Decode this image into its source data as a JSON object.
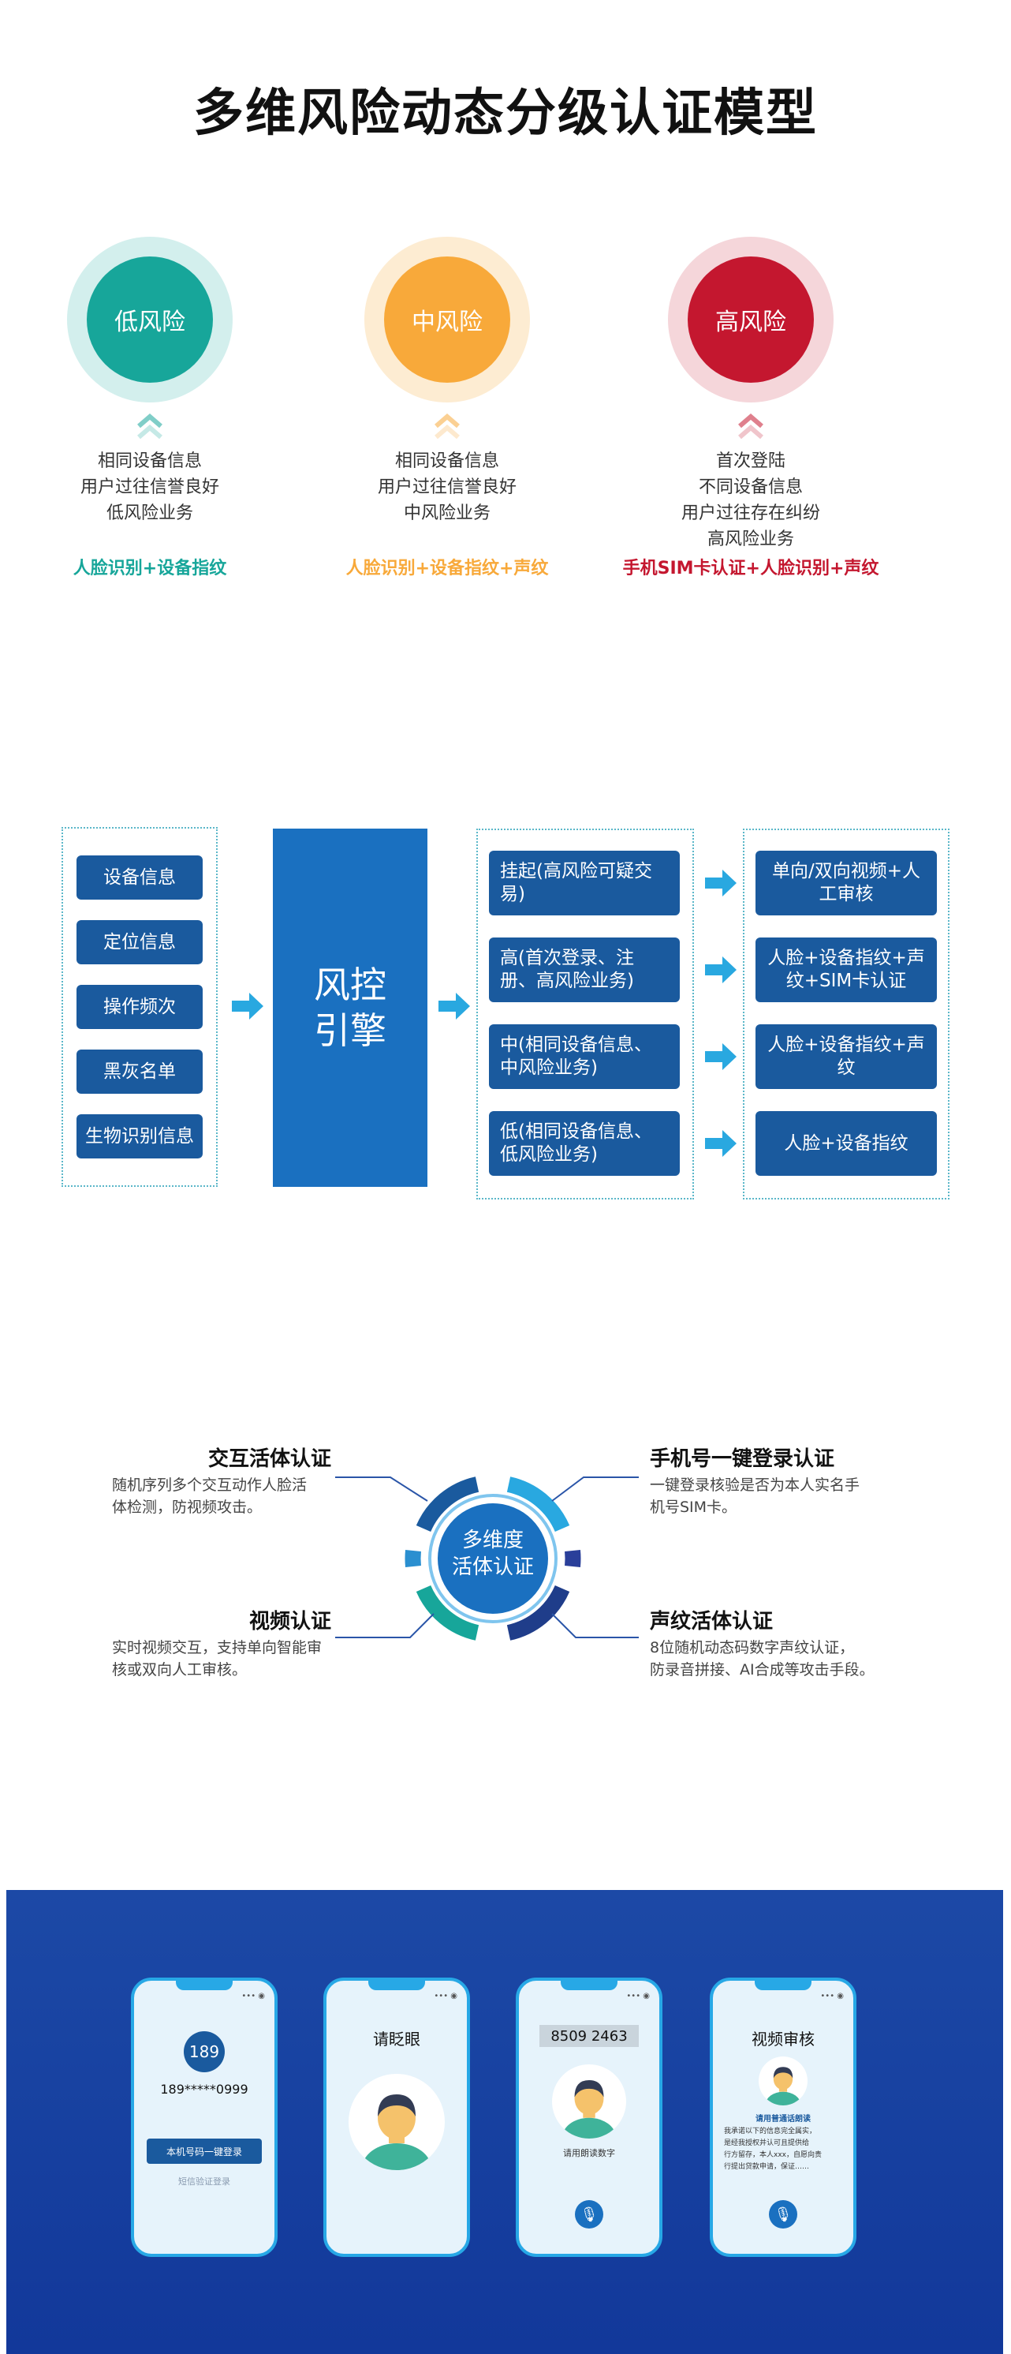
{
  "title": "多维风险动态分级认证模型",
  "levels": [
    {
      "name": "低风险",
      "lines": [
        "相同设备信息",
        "用户过往信誉良好",
        "低风险业务"
      ],
      "method": "人脸识别+设备指纹",
      "color": "#17a69a",
      "ring": "#d3efed",
      "chev": "#a9dcd7"
    },
    {
      "name": "中风险",
      "lines": [
        "相同设备信息",
        "用户过往信誉良好",
        "中风险业务"
      ],
      "method": "人脸识别+设备指纹+声纹",
      "color": "#f8a93a",
      "ring": "#fdecd2",
      "chev": "#fbd9a6"
    },
    {
      "name": "高风险",
      "lines": [
        "首次登陆",
        "不同设备信息",
        "用户过往存在纠纷",
        "高风险业务"
      ],
      "method": "手机SIM卡认证+人脸识别+声纹",
      "color": "#c4172f",
      "ring": "#f5d6da",
      "chev": "#e6a9b2"
    }
  ],
  "flow": {
    "inputs": [
      "设备信息",
      "定位信息",
      "操作频次",
      "黑灰名单",
      "生物识别信息"
    ],
    "engine": {
      "line1": "风控",
      "line2": "引擎"
    },
    "risks": [
      "挂起(高风险可疑交易)",
      "高(首次登录、注册、高风险业务)",
      "中(相同设备信息、中风险业务)",
      "低(相同设备信息、低风险业务)"
    ],
    "auth": [
      "单向/双向视频+人工审核",
      "人脸+设备指纹+声纹+SIM卡认证",
      "人脸+设备指纹+声纹",
      "人脸+设备指纹"
    ]
  },
  "liveness": {
    "center": {
      "line1": "多维度",
      "line2": "活体认证"
    },
    "features": [
      {
        "title": "交互活体认证",
        "desc_lines": [
          "随机序列多个交互动作人脸活",
          "体检测，防视频攻击。"
        ]
      },
      {
        "title": "视频认证",
        "desc_lines": [
          "实时视频交互，支持单向智能审",
          "核或双向人工审核。"
        ]
      },
      {
        "title": "手机号一键登录认证",
        "desc_lines": [
          "一键登录核验是否为本人实名手",
          "机号SIM卡。"
        ]
      },
      {
        "title": "声纹活体认证",
        "desc_lines": [
          "8位随机动态码数字声纹认证，",
          "防录音拼接、AI合成等攻击手段。"
        ]
      }
    ]
  },
  "phones": {
    "p1": {
      "badge": "189",
      "number": "189*****0999",
      "button": "本机号码一键登录",
      "link": "短信验证登录"
    },
    "p2": {
      "title": "请眨眼"
    },
    "p3": {
      "code": "8509 2463",
      "hint": "请用朗读数字"
    },
    "p4": {
      "title": "视频审核",
      "hint": "请用普通话朗读",
      "para": [
        "我承诺以下的信息完全属实，",
        "是经我授权并认可且提供给",
        "行方留存，本人xxx，自愿向贵",
        "行提出贷款申请，保证……"
      ]
    }
  }
}
